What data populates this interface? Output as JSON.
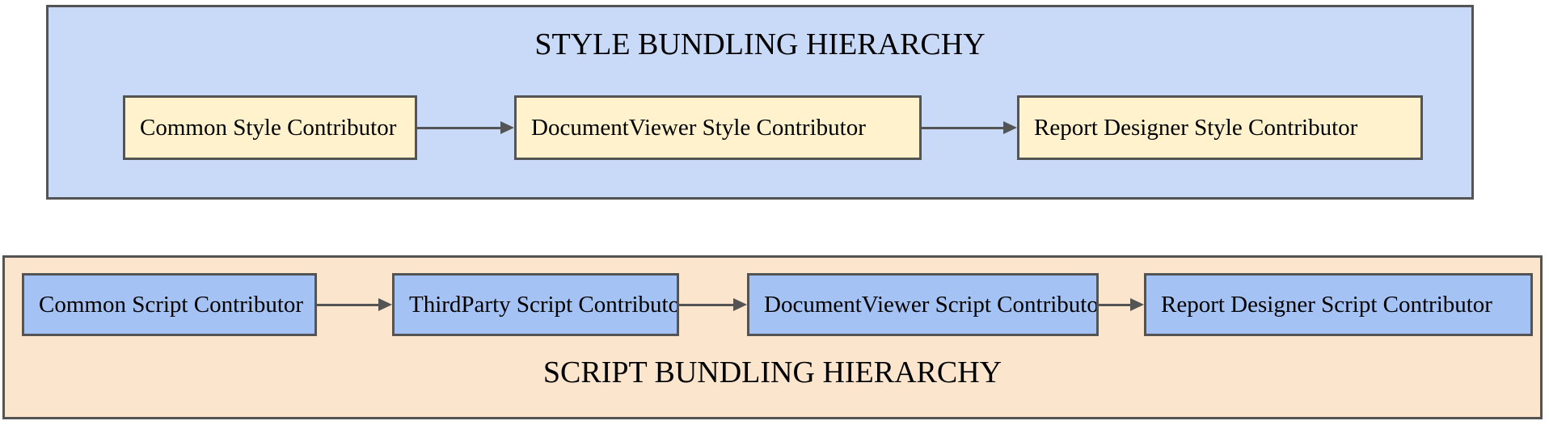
{
  "diagram": {
    "background_color": "#ffffff",
    "border_color": "#545454",
    "arrow_color": "#545454",
    "text_color": "#000000",
    "sections": [
      {
        "id": "style-bundling",
        "title": "STYLE BUNDLING HIERARCHY",
        "container_fill": "#c9daf8",
        "node_fill": "#fff2cc",
        "title_position": "top",
        "nodes": [
          {
            "label": "Common Style Contributor"
          },
          {
            "label": "DocumentViewer Style Contributor"
          },
          {
            "label": "Report Designer Style Contributor"
          }
        ],
        "flow": "Common Style Contributor -> DocumentViewer Style Contributor -> Report Designer Style Contributor"
      },
      {
        "id": "script-bundling",
        "title": "SCRIPT BUNDLING HIERARCHY",
        "container_fill": "#fce5cd",
        "node_fill": "#a4c2f4",
        "title_position": "bottom",
        "nodes": [
          {
            "label": "Common Script Contributor"
          },
          {
            "label": "ThirdParty Script Contributor"
          },
          {
            "label": "DocumentViewer Script Contributor"
          },
          {
            "label": "Report Designer Script Contributor"
          }
        ],
        "flow": "Common Script Contributor -> ThirdParty Script Contributor -> DocumentViewer Script Contributor -> Report Designer Script Contributor"
      }
    ]
  }
}
